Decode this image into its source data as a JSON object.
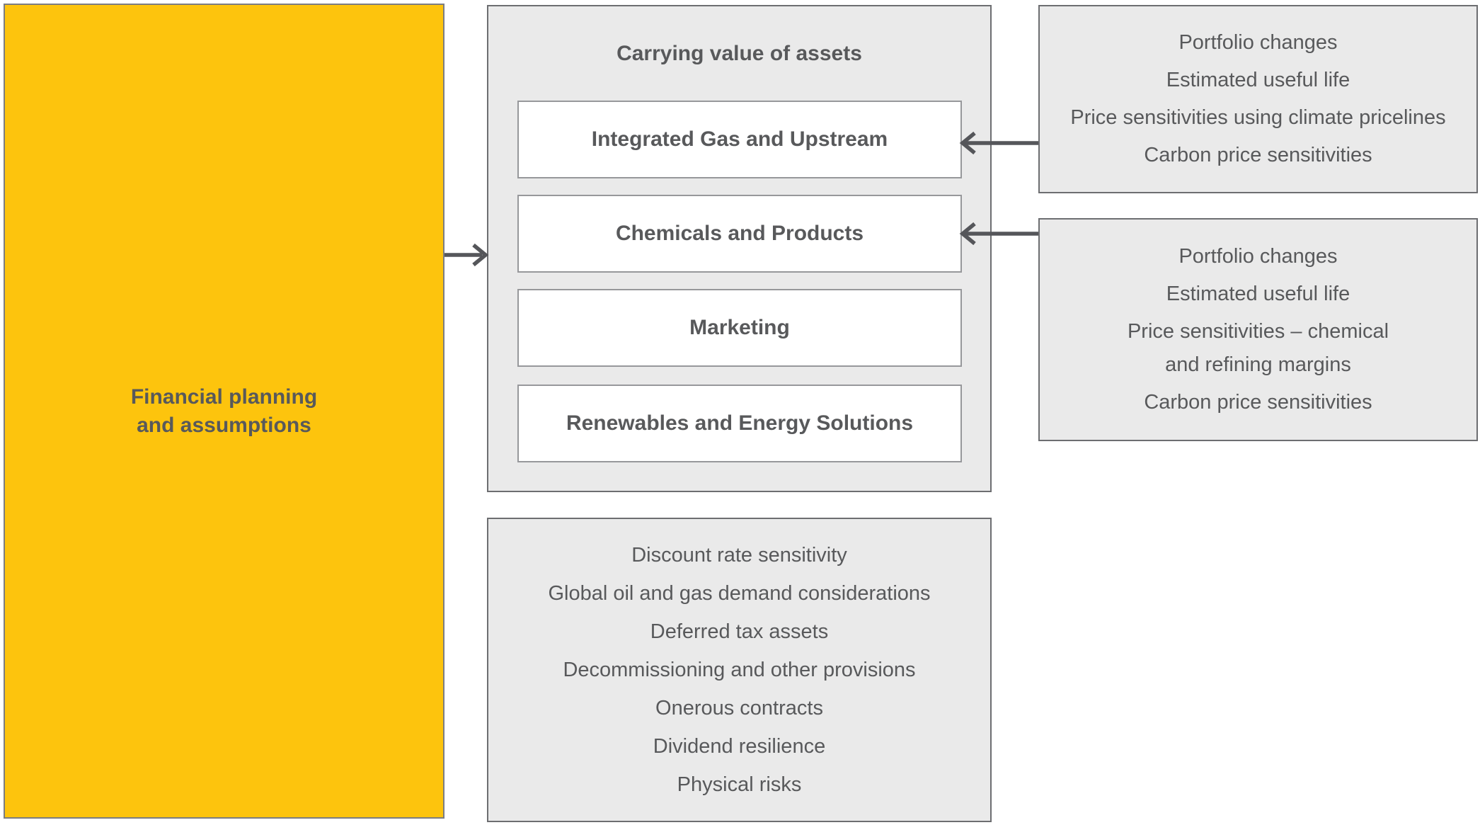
{
  "colors": {
    "brand_yellow": "#FDC40D",
    "panel_gray": "#EAEAEA",
    "text_gray": "#58595B",
    "arrow_gray": "#55565A"
  },
  "financial_planning": {
    "label": "Financial planning\nand assumptions"
  },
  "carrying_value": {
    "title": "Carrying value of assets",
    "segments": [
      {
        "label": "Integrated Gas and Upstream"
      },
      {
        "label": "Chemicals and Products"
      },
      {
        "label": "Marketing"
      },
      {
        "label": "Renewables and Energy Solutions"
      }
    ]
  },
  "upstream_factors": {
    "items": [
      "Portfolio changes",
      "Estimated useful life",
      "Price sensitivities using climate pricelines",
      "Carbon price sensitivities"
    ]
  },
  "chemicals_factors": {
    "items": [
      "Portfolio changes",
      "Estimated useful life",
      "Price sensitivities – chemical\nand refining margins",
      "Carbon price sensitivities"
    ]
  },
  "considerations": {
    "items": [
      "Discount rate sensitivity",
      "Global oil and gas demand considerations",
      "Deferred tax assets",
      "Decommissioning and other provisions",
      "Onerous contracts",
      "Dividend resilience",
      "Physical risks"
    ]
  }
}
